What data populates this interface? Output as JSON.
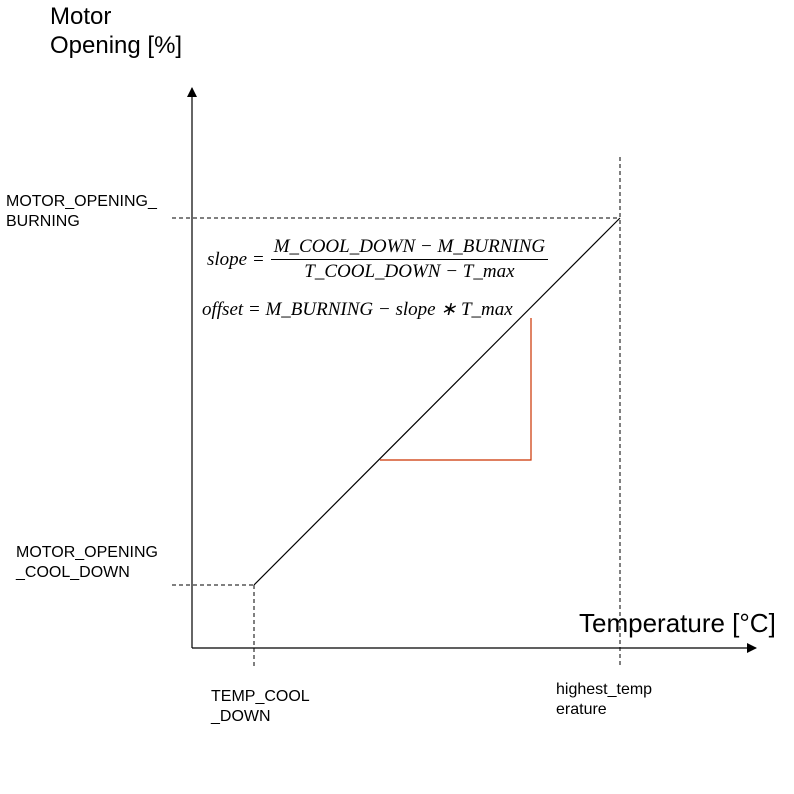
{
  "y_axis_title_line1": "Motor",
  "y_axis_title_line2": "Opening [%]",
  "x_axis_title": "Temperature [°C]",
  "y_labels": {
    "burning_line1": "MOTOR_OPENING_",
    "burning_line2": "BURNING",
    "cool_down_line1": "MOTOR_OPENING",
    "cool_down_line2": "_COOL_DOWN"
  },
  "x_labels": {
    "temp_cool_line1": "TEMP_COOL",
    "temp_cool_line2": "_DOWN",
    "highest_line1": "highest_temp",
    "highest_line2": "erature"
  },
  "formula_slope": {
    "lhs": "slope =",
    "numerator": "M_COOL_DOWN − M_BURNING",
    "denominator": "T_COOL_DOWN − T_max"
  },
  "formula_offset": "offset = M_BURNING − slope ∗ T_max",
  "colors": {
    "line": "#000000",
    "slope_triangle": "#cc3300"
  }
}
